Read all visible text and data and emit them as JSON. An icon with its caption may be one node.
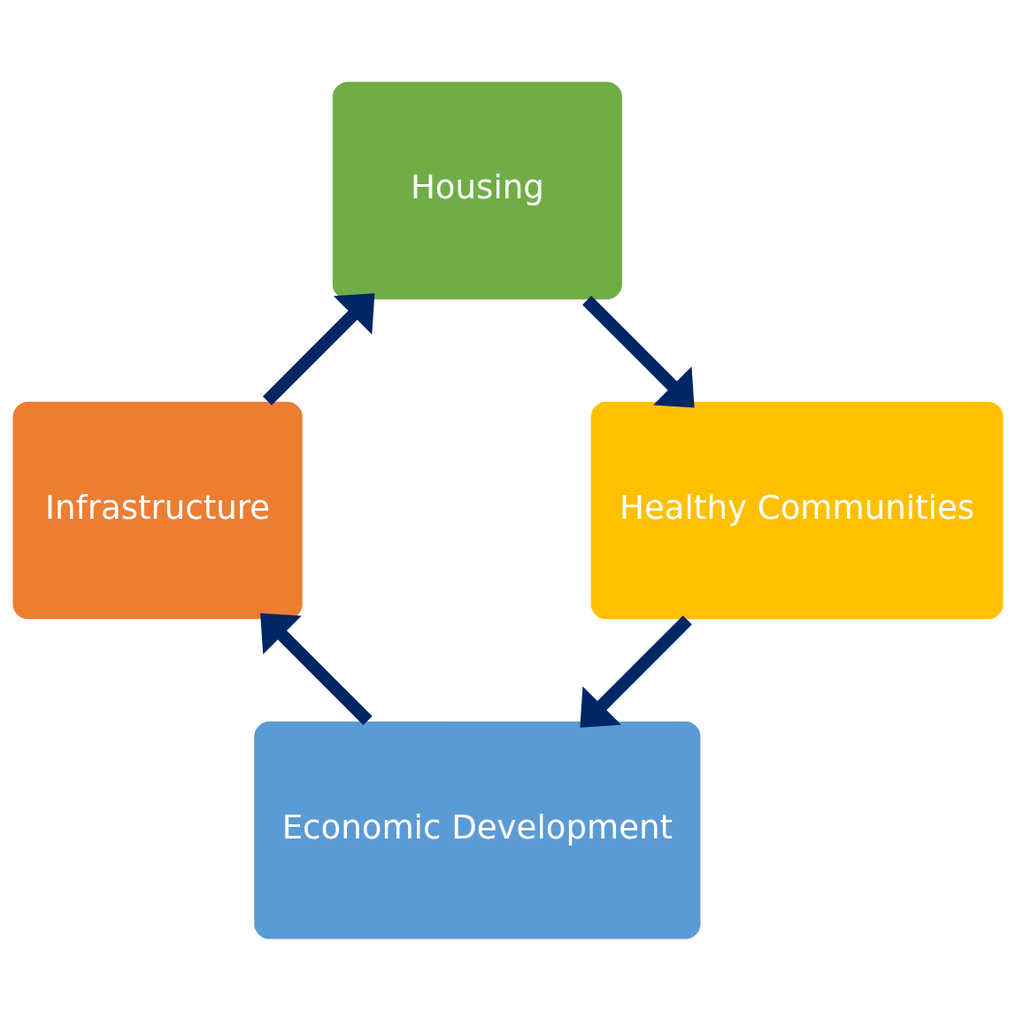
{
  "diagram": {
    "nodes": [
      {
        "text": [
          "Economic Development"
        ]
      },
      {
        "text": [
          "Infrastructure"
        ]
      },
      {
        "text": [
          "Housing"
        ]
      },
      {
        "text": [
          "Healthy Communities"
        ]
      }
    ],
    "edges": [
      {
        "from": 0,
        "to": 1,
        "arrow": "to"
      },
      {
        "from": 1,
        "to": 2,
        "arrow": "to"
      },
      {
        "from": 2,
        "to": 3,
        "arrow": "to"
      },
      {
        "from": 3,
        "to": 0,
        "arrow": "to"
      }
    ]
  }
}
